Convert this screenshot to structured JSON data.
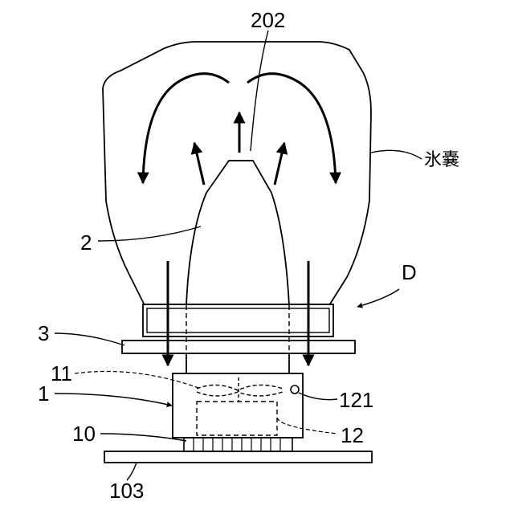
{
  "labels": {
    "top_vent": "202",
    "ice_bag": "氷嚢",
    "nozzle": "2",
    "device": "D",
    "plate": "3",
    "layer_11": "11",
    "housing": "1",
    "part_121": "121",
    "heat_sink": "10",
    "part_12": "12",
    "base": "103"
  },
  "colors": {
    "line": "#000000",
    "background": "#ffffff"
  }
}
